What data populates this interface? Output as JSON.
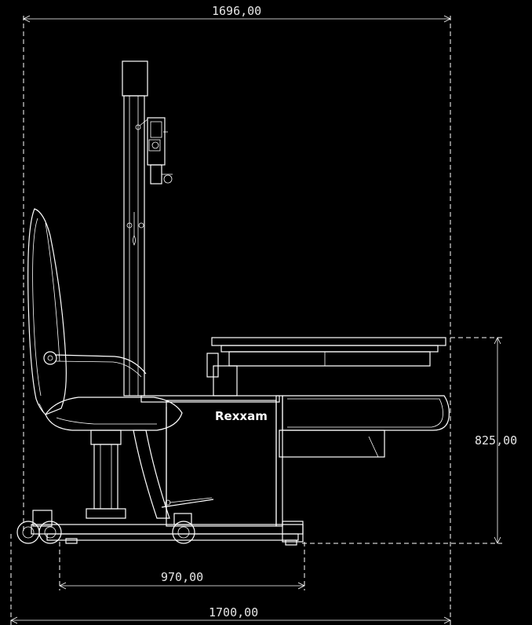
{
  "dimensions": {
    "top_width": "1696,00",
    "bottom_width": "1700,00",
    "base_width": "970,00",
    "height": "825,00"
  },
  "brand": {
    "logo_text": "Rexxam"
  }
}
